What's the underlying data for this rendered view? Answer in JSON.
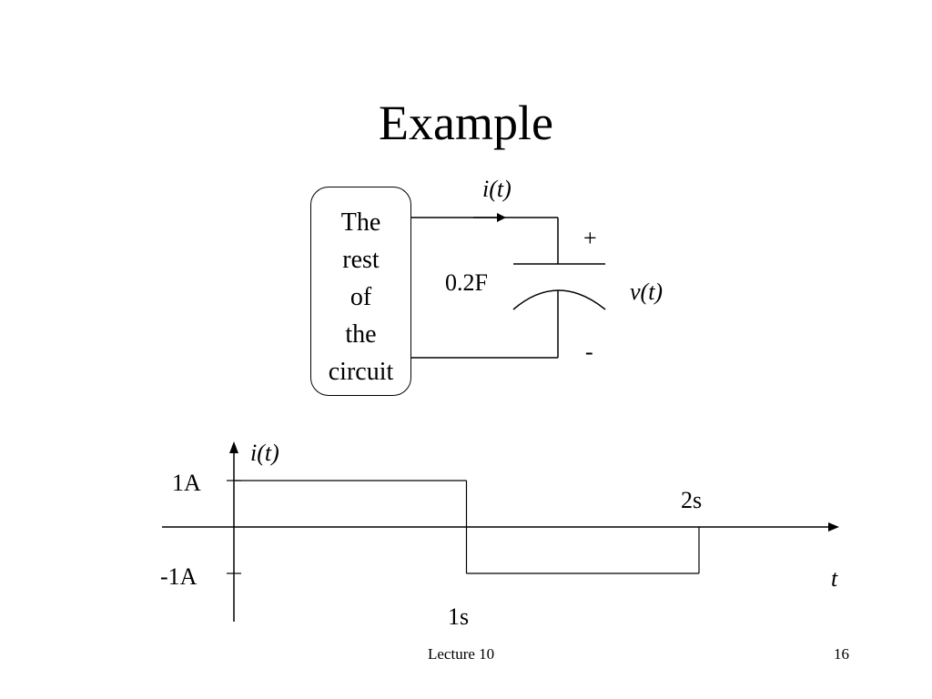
{
  "slide": {
    "title": "Example",
    "footer_center": "Lecture 10",
    "page_number": "16"
  },
  "circuit": {
    "block_lines": [
      "The",
      "rest",
      "of",
      "the",
      "circuit"
    ],
    "current_label": "i(t)",
    "capacitance_label": "0.2F",
    "voltage_label": "v(t)",
    "plus_sign": "+",
    "minus_sign": "-"
  },
  "chart_data": {
    "type": "line",
    "step": true,
    "ylabel": "i(t)",
    "xlabel": "t",
    "x": [
      0,
      1,
      1,
      2,
      2
    ],
    "y": [
      1,
      1,
      -1,
      -1,
      0
    ],
    "xticks": [
      {
        "value": 1,
        "label": "1s"
      },
      {
        "value": 2,
        "label": "2s"
      }
    ],
    "yticks": [
      {
        "value": 1,
        "label": "1A"
      },
      {
        "value": -1,
        "label": "-1A"
      }
    ]
  }
}
